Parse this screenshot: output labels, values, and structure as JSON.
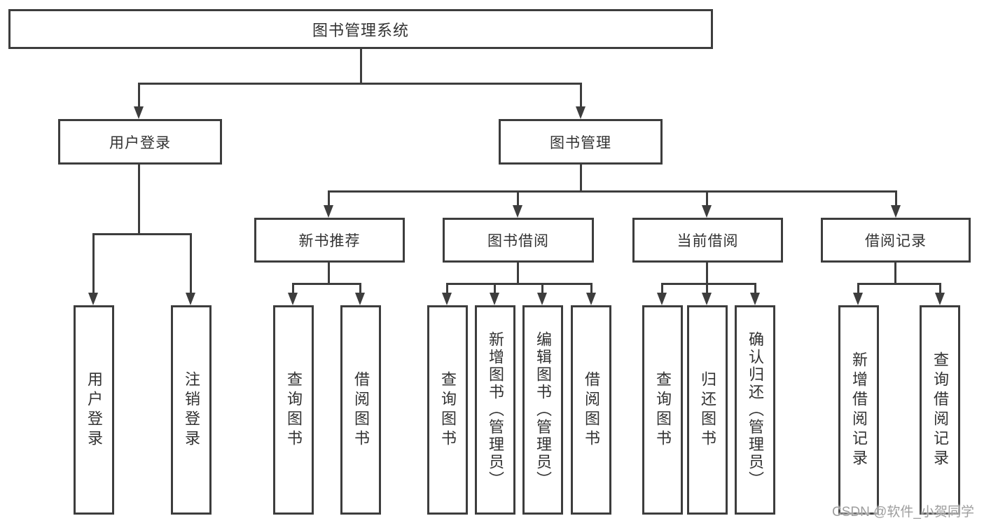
{
  "colors": {
    "line": "#3d3d3d",
    "text": "#323232",
    "watermark": "#9e9e9e",
    "background": "#ffffff"
  },
  "watermark": "CSDN @软件_小贺同学",
  "diagram": {
    "root": "图书管理系统",
    "branches": [
      {
        "label": "用户登录",
        "children": [
          "用户登录",
          "注销登录"
        ]
      },
      {
        "label": "图书管理",
        "categories": [
          {
            "label": "新书推荐",
            "children": [
              "查询图书",
              "借阅图书"
            ]
          },
          {
            "label": "图书借阅",
            "children": [
              "查询图书",
              "新增图书（管理员）",
              "编辑图书（管理员）",
              "借阅图书"
            ]
          },
          {
            "label": "当前借阅",
            "children": [
              "查询图书",
              "归还图书",
              "确认归还（管理员）"
            ]
          },
          {
            "label": "借阅记录",
            "children": [
              "新增借阅记录",
              "查询借阅记录"
            ]
          }
        ]
      }
    ]
  }
}
